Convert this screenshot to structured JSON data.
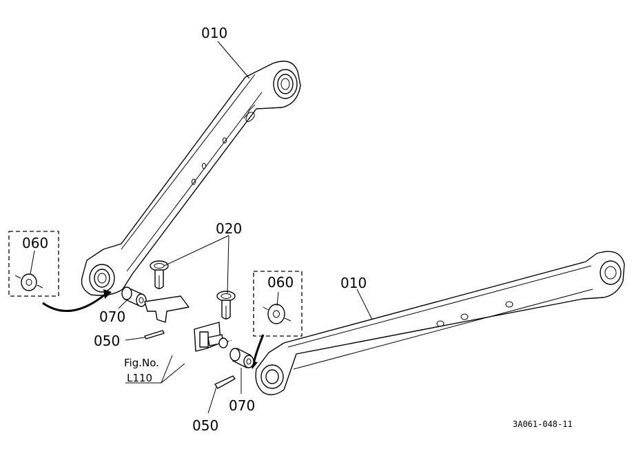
{
  "callouts": {
    "arm_top": "010",
    "arm_bottom": "010",
    "pin": "020",
    "washer_left": "060",
    "washer_right": "060",
    "bushing_left": "070",
    "bushing_right": "070",
    "cotter_left": "050",
    "cotter_right": "050"
  },
  "figure_ref": {
    "line1": "Fig.No.",
    "line2": "L110"
  },
  "drawing_code": "3A061-048-11"
}
